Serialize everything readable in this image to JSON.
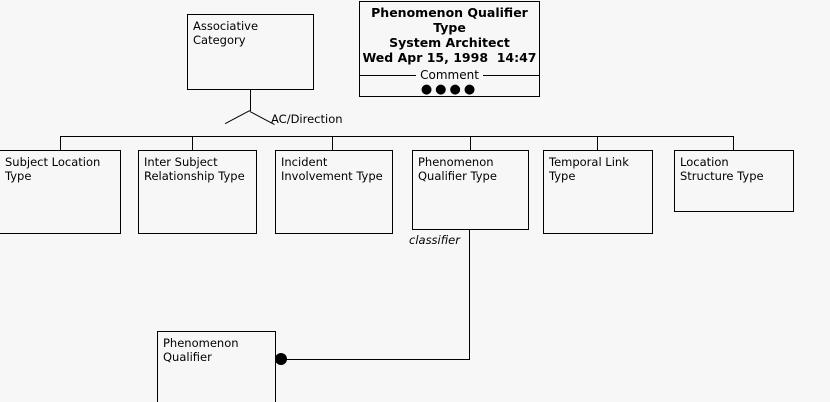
{
  "diagram": {
    "background_color": "#f7f7f7",
    "line_color": "#000000",
    "title_block": {
      "name": "Phenomenon Qualifier",
      "name_line2": "Type",
      "tool": "System Architect",
      "timestamp": "Wed Apr 15, 1998  14:47",
      "comment_label": "Comment",
      "bullets": "●●●●"
    },
    "supertype": {
      "line1": "Associative",
      "line2": "Category"
    },
    "generalization_label": "AC/Direction",
    "subtypes": [
      {
        "line1": "Subject Location",
        "line2": "Type"
      },
      {
        "line1": "Inter Subject",
        "line2": "Relationship Type"
      },
      {
        "line1": "Incident",
        "line2": "Involvement Type"
      },
      {
        "line1": "Phenomenon",
        "line2": "Qualifier Type"
      },
      {
        "line1": "Temporal Link",
        "line2": "Type"
      },
      {
        "line1": "Location",
        "line2": "Structure Type"
      }
    ],
    "association_label": "classifier",
    "instance_entity": {
      "line1": "Phenomenon",
      "line2": "Qualifier"
    }
  }
}
